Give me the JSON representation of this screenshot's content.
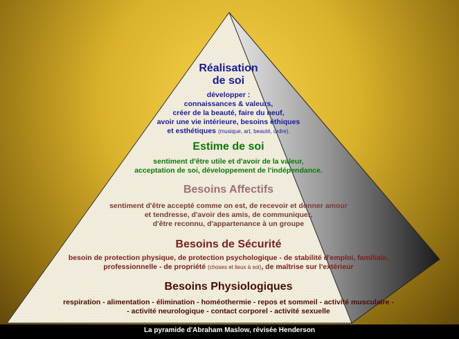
{
  "colors": {
    "top": "#1a1aa0",
    "green": "#0a7a0a",
    "rose": "#a07070",
    "brown": "#7a2020",
    "body_brown": "#7a3a3a",
    "dark": "#4a0a0a"
  },
  "levels": [
    {
      "title_line1": "Réalisation",
      "title_line2": "de soi",
      "body": [
        "développer :",
        "connaissances & valeurs,",
        "créer de la beauté, faire du neuf,",
        "avoir une vie intérieure, besoins éthiques"
      ],
      "body_last_main": "et esthétiques",
      "body_last_small": "(musique, art, beauté, ordre)."
    },
    {
      "title": "Estime de soi",
      "body": [
        "sentiment  d'être utile  et d'avoir de la valeur,",
        "acceptation de soi, développement de l'indépendance."
      ]
    },
    {
      "title": "Besoins Affectifs",
      "body": [
        "sentiment d'être accepté comme on est, de recevoir et donner amour",
        "et tendresse, d'avoir des amis, de communiquer,",
        "d'être reconnu, d'appartenance à un groupe"
      ]
    },
    {
      "title": "Besoins de Sécurité",
      "body_line1": "besoin de protection physique, de protection psychologique - de stabilité d'emploi, familiale,",
      "body_line2_a": "professionnelle - de propriété",
      "body_line2_small": "(choses et lieux à soi)",
      "body_line2_b": ", de maîtrise  sur l'extérieur"
    },
    {
      "title": "Besoins Physiologiques",
      "body": [
        "respiration - alimentation - élimination - homéothermie - repos et sommeil -  activité musculaire  -",
        "- activité neurologique - contact corporel - activité sexuelle"
      ]
    }
  ],
  "caption": "La pyramide d'Abraham Maslow, révisée Henderson"
}
